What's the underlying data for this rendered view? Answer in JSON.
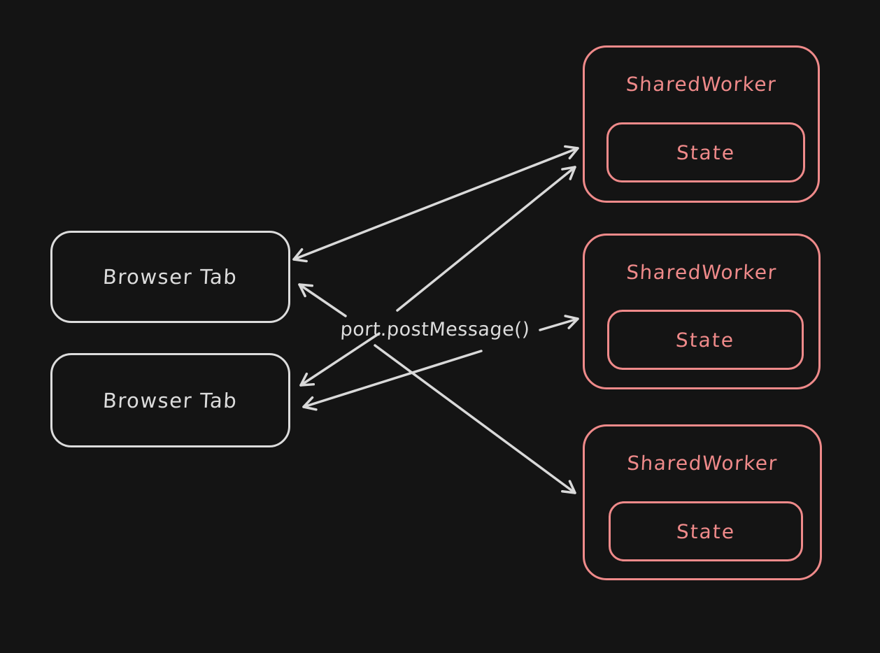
{
  "canvas": {
    "background_color": "#141414"
  },
  "colors": {
    "light_stroke": "#dcdcdc",
    "arrow_stroke": "#d9d9d9",
    "accent_stroke": "#ef8a8a"
  },
  "diagram": {
    "browser_tabs": [
      {
        "label": "Browser Tab"
      },
      {
        "label": "Browser Tab"
      }
    ],
    "shared_workers": [
      {
        "title": "SharedWorker",
        "state_label": "State"
      },
      {
        "title": "SharedWorker",
        "state_label": "State"
      },
      {
        "title": "SharedWorker",
        "state_label": "State"
      }
    ],
    "center_label": "port.postMessage()"
  }
}
